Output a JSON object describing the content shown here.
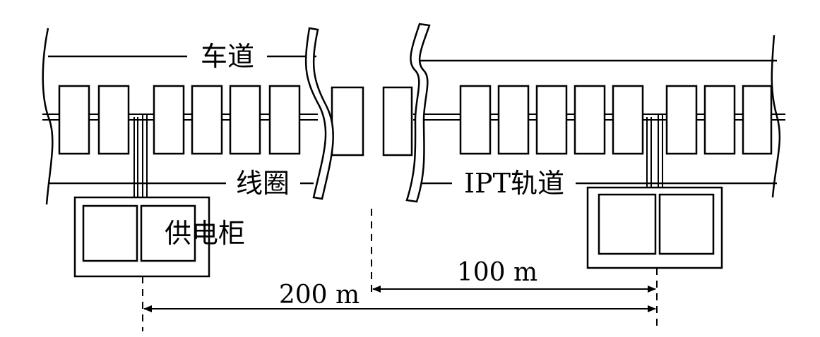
{
  "labels": {
    "lane": "车道",
    "coil": "线圈",
    "track": "IPT轨道",
    "cabinet": "供电柜"
  },
  "dimensions": {
    "long_span": "200 m",
    "short_span": "100 m"
  },
  "colors": {
    "ink": "#000000",
    "background": "#ffffff"
  }
}
